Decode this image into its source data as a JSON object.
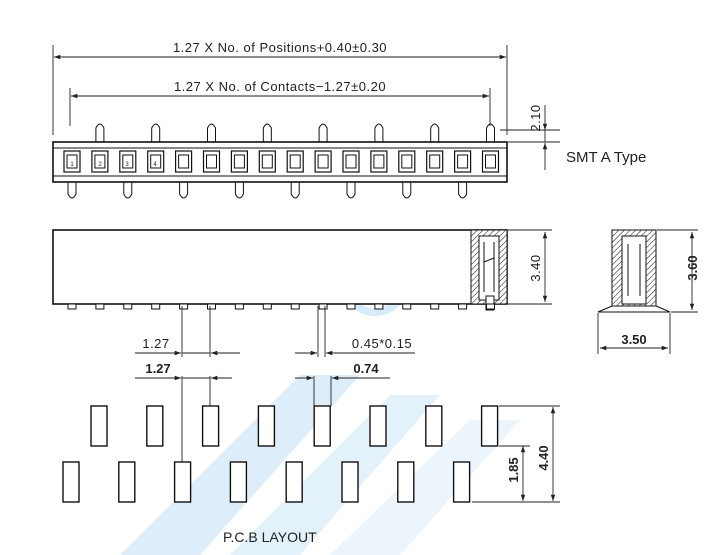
{
  "front_view": {
    "overall_dim": "1.27 X No. of Positions+0.40±0.30",
    "contacts_dim": "1.27 X No. of Contacts−1.27±0.20",
    "height_dim": "2.10",
    "type_label": "SMT A Type",
    "position_numbers": [
      "1",
      "2",
      "3",
      "4"
    ]
  },
  "side_view": {
    "height_dim": "3.40",
    "pitch_dim": "1.27",
    "pin_width_dim": "0.45*0.15"
  },
  "end_view": {
    "height_dim": "3.60",
    "width_dim": "3.50"
  },
  "pcb_layout": {
    "pitch_dim": "1.27",
    "pad_width_dim": "0.74",
    "row_offset_dim": "1.85",
    "total_length_dim": "4.40",
    "title": "P.C.B LAYOUT"
  },
  "watermark": {
    "color": "#cfe6f7"
  }
}
